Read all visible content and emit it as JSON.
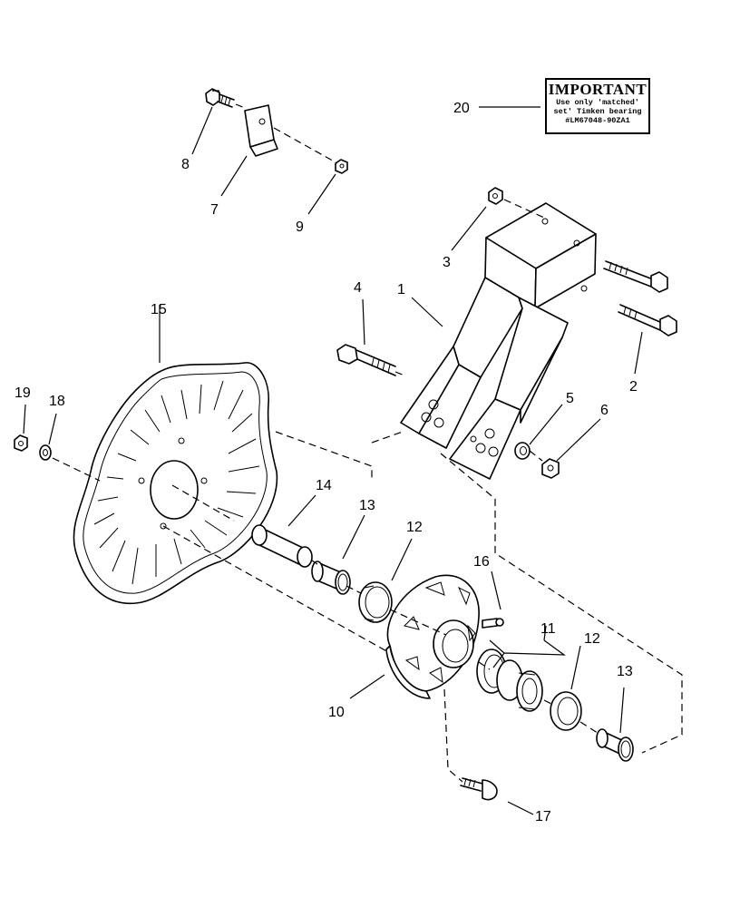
{
  "notice": {
    "heading": "IMPORTANT",
    "line1": "Use only 'matched'",
    "line2": "set' Timken bearing",
    "line3": "#LM67048-90ZA1"
  },
  "callouts": {
    "c1": "1",
    "c2": "2",
    "c3": "3",
    "c4": "4",
    "c5": "5",
    "c6": "6",
    "c7": "7",
    "c8": "8",
    "c9": "9",
    "c10": "10",
    "c11": "11",
    "c12a": "12",
    "c12b": "12",
    "c13a": "13",
    "c13b": "13",
    "c14": "14",
    "c15": "15",
    "c16": "16",
    "c17": "17",
    "c18": "18",
    "c19": "19",
    "c20": "20"
  }
}
